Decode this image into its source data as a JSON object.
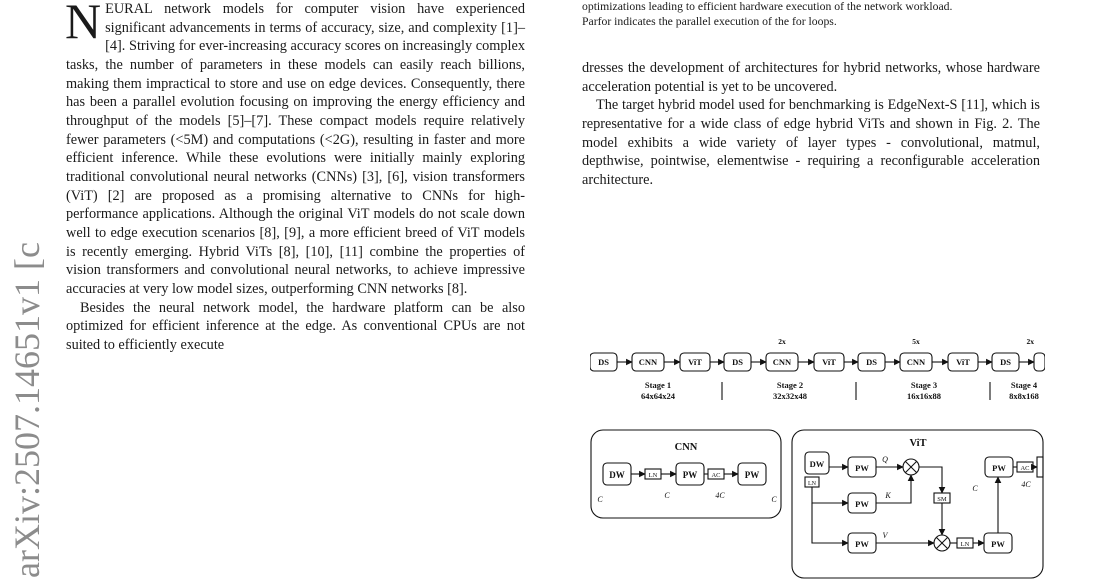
{
  "margin_stamp": "arXiv:2507.14651v1 [c",
  "left_column": {
    "dropcap": "N",
    "para1": "EURAL network models for computer vision have experienced significant advancements in terms of accuracy, size, and complexity [1]–[4]. Striving for ever-increasing accuracy scores on increasingly complex tasks, the number of parameters in these models can easily reach billions, making them impractical to store and use on edge devices. Consequently, there has been a parallel evolution focusing on improving the energy efficiency and throughput of the models [5]–[7]. These compact models require relatively fewer parameters (<5M) and computations (<2G), resulting in faster and more efficient inference. While these evolutions were initially mainly exploring traditional convolutional neural networks (CNNs) [3], [6], vision transformers (ViT) [2] are proposed as a promising alternative to CNNs for high-performance applications. Although the original ViT models do not scale down well to edge execution scenarios [8], [9], a more efficient breed of ViT models is recently emerging. Hybrid ViTs [8], [10], [11] combine the properties of vision transformers and convolutional neural networks, to achieve impressive accuracies at very low model sizes, outperforming CNN networks [8].",
    "para2": "Besides the neural network model, the hardware platform can be also optimized for efficient inference at the edge. As conventional CPUs are not suited to efficiently execute"
  },
  "right_column": {
    "caption_line1": "optimizations leading to efficient hardware execution of the network workload.",
    "caption_line2": "Parfor indicates the parallel execution of the for loops.",
    "para1": "dresses the development of architectures for hybrid networks, whose hardware acceleration potential is yet to be uncovered.",
    "para2": "The target hybrid model used for benchmarking is EdgeNext-S [11], which is representative for a wide class of edge hybrid ViTs and shown in Fig. 2. The model exhibits a wide variety of layer types - convolutional, matmul, depthwise, pointwise, elementwise - requiring a reconfigurable acceleration architecture."
  },
  "figure": {
    "blocks": {
      "ds": "DS",
      "cnn": "CNN",
      "vit": "ViT",
      "dw": "DW",
      "pw": "PW",
      "ln": "LN",
      "ac": "AC",
      "sm": "SM"
    },
    "repeats": {
      "s2": "2x",
      "s3": "5x",
      "s4": "2x"
    },
    "stages": [
      {
        "name": "Stage 1",
        "dims": "64x64x24"
      },
      {
        "name": "Stage 2",
        "dims": "32x32x48"
      },
      {
        "name": "Stage 3",
        "dims": "16x16x88"
      },
      {
        "name": "Stage 4",
        "dims": "8x8x168"
      }
    ],
    "cnn_panel": {
      "title": "CNN",
      "ch_c": "C",
      "ch_4c": "4C"
    },
    "vit_panel": {
      "title": "ViT",
      "q": "Q",
      "k": "K",
      "v": "V",
      "ch_c": "C",
      "ch_4c": "4C"
    }
  }
}
